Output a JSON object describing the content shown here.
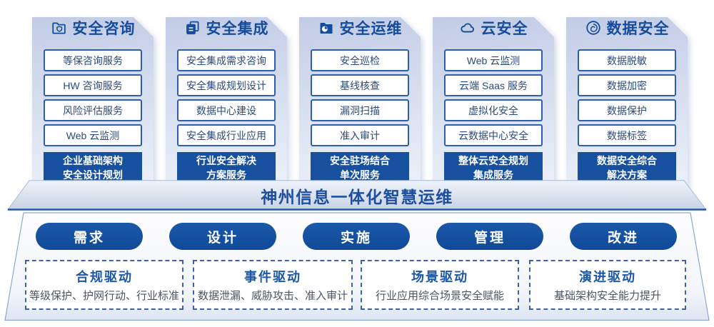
{
  "diagram": {
    "columns": [
      {
        "icon": "folder-shield-icon",
        "title": "安全咨询",
        "items": [
          "等保咨询服务",
          "HW 咨询服务",
          "风险评估服务",
          "Web 云监测"
        ],
        "highlight_lines": [
          "企业基础架构",
          "安全设计规划"
        ]
      },
      {
        "icon": "copy-documents-icon",
        "title": "安全集成",
        "items": [
          "安全集成需求咨询",
          "安全集成规划设计",
          "数据中心建设",
          "安全集成行业应用"
        ],
        "highlight_lines": [
          "行业安全解决",
          "方案服务"
        ]
      },
      {
        "icon": "folder-clock-icon",
        "title": "安全运维",
        "items": [
          "安全巡检",
          "基线核查",
          "漏洞扫描",
          "准入审计"
        ],
        "highlight_lines": [
          "安全驻场结合",
          "单次服务"
        ]
      },
      {
        "icon": "cloud-icon",
        "title": "云安全",
        "items": [
          "Web 云监测",
          "云端 Saas 服务",
          "虚拟化安全",
          "云数据中心安全"
        ],
        "highlight_lines": [
          "整体云安全规划",
          "集成服务"
        ]
      },
      {
        "icon": "fingerprint-icon",
        "title": "数据安全",
        "items": [
          "数据脱敏",
          "数据加密",
          "数据保护",
          "数据标签"
        ],
        "highlight_lines": [
          "数据安全综合",
          "解决方案"
        ]
      }
    ],
    "banner": {
      "title": "神州信息一体化智慧运维"
    },
    "process": {
      "steps": [
        "需求",
        "设计",
        "实施",
        "管理",
        "改进"
      ]
    },
    "drivers": [
      {
        "title": "合规驱动",
        "desc": "等级保护、护网行动、行业标准"
      },
      {
        "title": "事件驱动",
        "desc": "数据泄漏、威胁攻击、准入审计"
      },
      {
        "title": "场景驱动",
        "desc": "行业应用综合场景安全赋能"
      },
      {
        "title": "演进驱动",
        "desc": "基础架构安全能力提升"
      }
    ],
    "colors": {
      "primary_blue": "#17509f",
      "title_blue": "#164c9c",
      "panel_gradient_top": "#c2cce5",
      "panel_gradient_bottom": "#edf1fa",
      "desc_gray": "#4b5563",
      "dashed_border": "#3c62ac"
    }
  }
}
